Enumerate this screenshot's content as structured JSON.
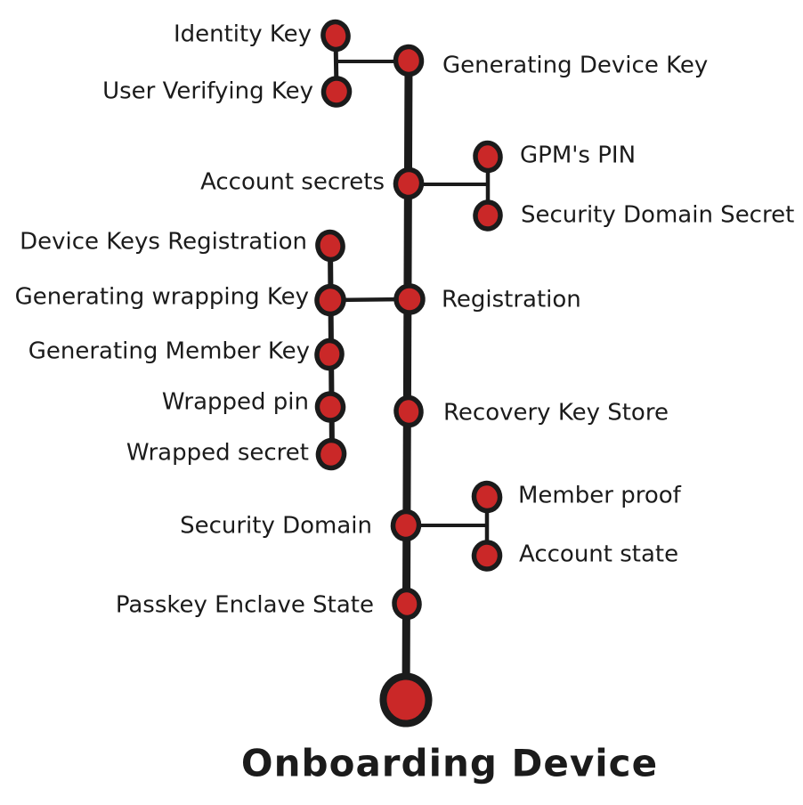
{
  "diagram": {
    "kind": "key-hierarchy-timeline",
    "root_label": "Onboarding Device",
    "colors": {
      "node_fill": "#ca2828",
      "stroke": "#1b1b1b",
      "background": "#ffffff"
    }
  },
  "nodes": [
    {
      "id": "identity-key",
      "label": "Identity Key",
      "side": "left"
    },
    {
      "id": "user-verifying-key",
      "label": "User Verifying Key",
      "side": "left"
    },
    {
      "id": "generating-device-key",
      "label": "Generating Device Key",
      "side": "right",
      "on_trunk": true
    },
    {
      "id": "account-secrets",
      "label": "Account secrets",
      "side": "left",
      "on_trunk": true
    },
    {
      "id": "gpms-pin",
      "label": "GPM's PIN",
      "side": "right"
    },
    {
      "id": "security-domain-secret",
      "label": "Security Domain Secret",
      "side": "right"
    },
    {
      "id": "device-keys-registration",
      "label": "Device Keys Registration",
      "side": "left"
    },
    {
      "id": "generating-wrapping-key",
      "label": "Generating wrapping Key",
      "side": "left"
    },
    {
      "id": "registration",
      "label": "Registration",
      "side": "right",
      "on_trunk": true
    },
    {
      "id": "generating-member-key",
      "label": "Generating Member Key",
      "side": "left"
    },
    {
      "id": "wrapped-pin",
      "label": "Wrapped pin",
      "side": "left"
    },
    {
      "id": "wrapped-secret",
      "label": "Wrapped secret",
      "side": "left"
    },
    {
      "id": "recovery-key-store",
      "label": "Recovery Key Store",
      "side": "right",
      "on_trunk": true
    },
    {
      "id": "security-domain",
      "label": "Security Domain",
      "side": "left",
      "on_trunk": true
    },
    {
      "id": "member-proof",
      "label": "Member proof",
      "side": "right"
    },
    {
      "id": "account-state",
      "label": "Account state",
      "side": "right"
    },
    {
      "id": "passkey-enclave-state",
      "label": "Passkey Enclave State",
      "side": "left",
      "on_trunk": true
    },
    {
      "id": "onboarding-device",
      "label": "Onboarding Device",
      "side": "bottom",
      "on_trunk": true,
      "root": true
    }
  ]
}
